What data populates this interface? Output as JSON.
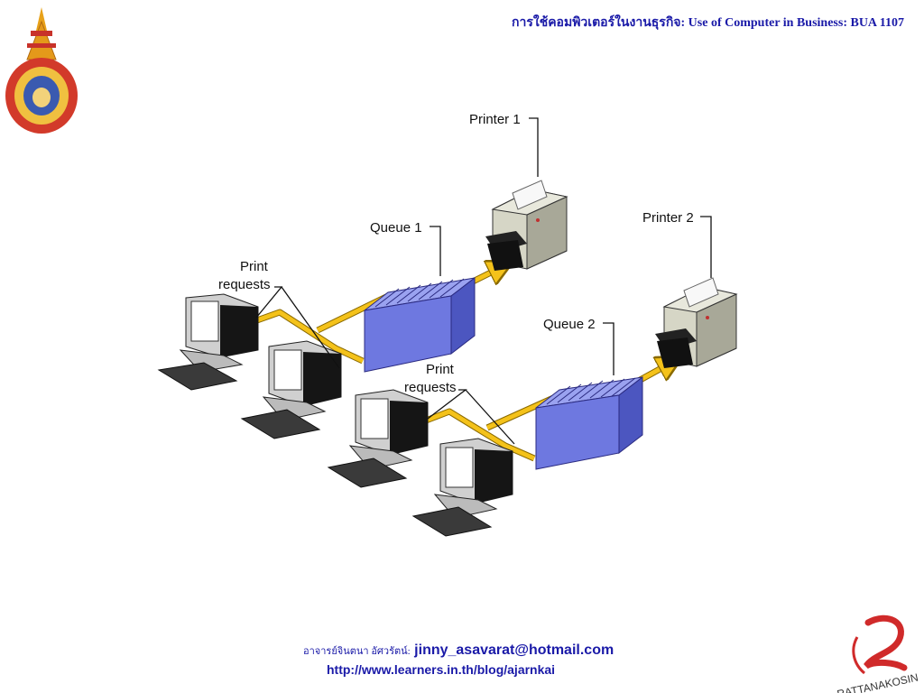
{
  "header": {
    "course": "การใช้คอมพิวเตอร์ในงานธุรกิจ: Use of Computer in Business: BUA 1107"
  },
  "diagram": {
    "printer1": "Printer 1",
    "printer2": "Printer 2",
    "queue1": "Queue 1",
    "queue2": "Queue 2",
    "print_requests_1_line1": "Print",
    "print_requests_1_line2": "requests",
    "print_requests_2_line1": "Print",
    "print_requests_2_line2": "requests"
  },
  "footer": {
    "instructor_prefix": "อาจารย์จินตนา อัศวรัตน์:",
    "email": "jinny_asavarat@hotmail.com",
    "url": "http://www.learners.in.th/blog/ajarnkai"
  },
  "logo_right": {
    "text": "RATTANAKOSIN"
  },
  "colors": {
    "accent": "#1a1aa8",
    "arrow": "#f4c21a",
    "queue": "#6e78e0"
  }
}
